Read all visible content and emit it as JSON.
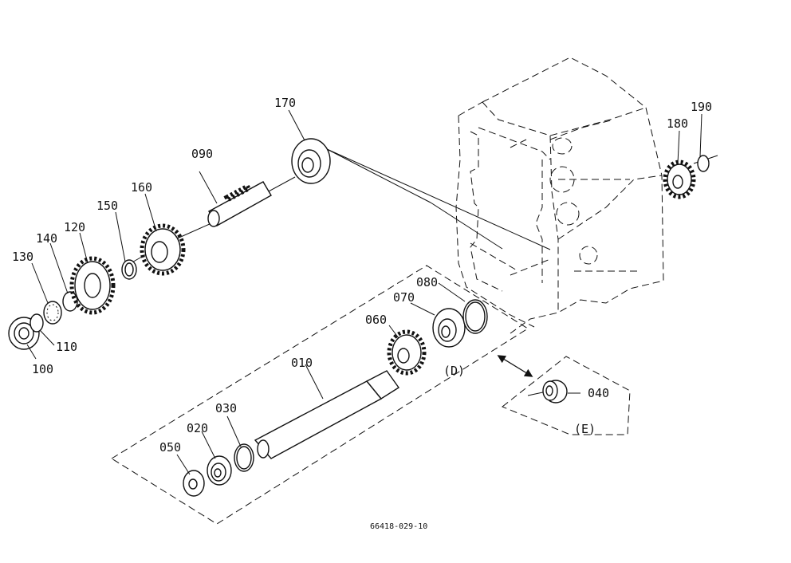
{
  "callouts": {
    "p010": "010",
    "p020": "020",
    "p030": "030",
    "p040": "040",
    "p050": "050",
    "p060": "060",
    "p070": "070",
    "p080": "080",
    "p090": "090",
    "p100": "100",
    "p110": "110",
    "p120": "120",
    "p130": "130",
    "p140": "140",
    "p150": "150",
    "p160": "160",
    "p170": "170",
    "p180": "180",
    "p190": "190"
  },
  "groups": {
    "d": "(D)",
    "e": "(E)"
  },
  "drawing_number": "66418-029-10"
}
